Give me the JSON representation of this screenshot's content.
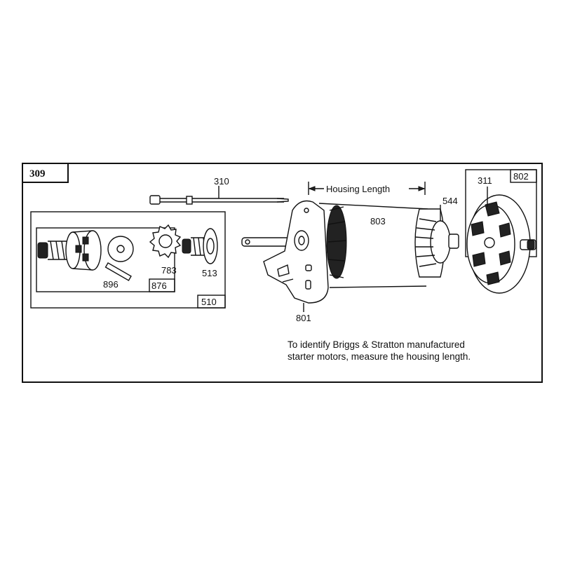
{
  "diagram": {
    "figure_number": "309",
    "parts": {
      "p310": "310",
      "p311": "311",
      "p802": "802",
      "p544": "544",
      "p803": "803",
      "p801": "801",
      "p896": "896",
      "p876": "876",
      "p783": "783",
      "p513": "513",
      "p510": "510"
    },
    "housing_label": "Housing Length",
    "note_line1": "To identify Briggs & Stratton manufactured",
    "note_line2": "starter motors, measure the housing length."
  }
}
